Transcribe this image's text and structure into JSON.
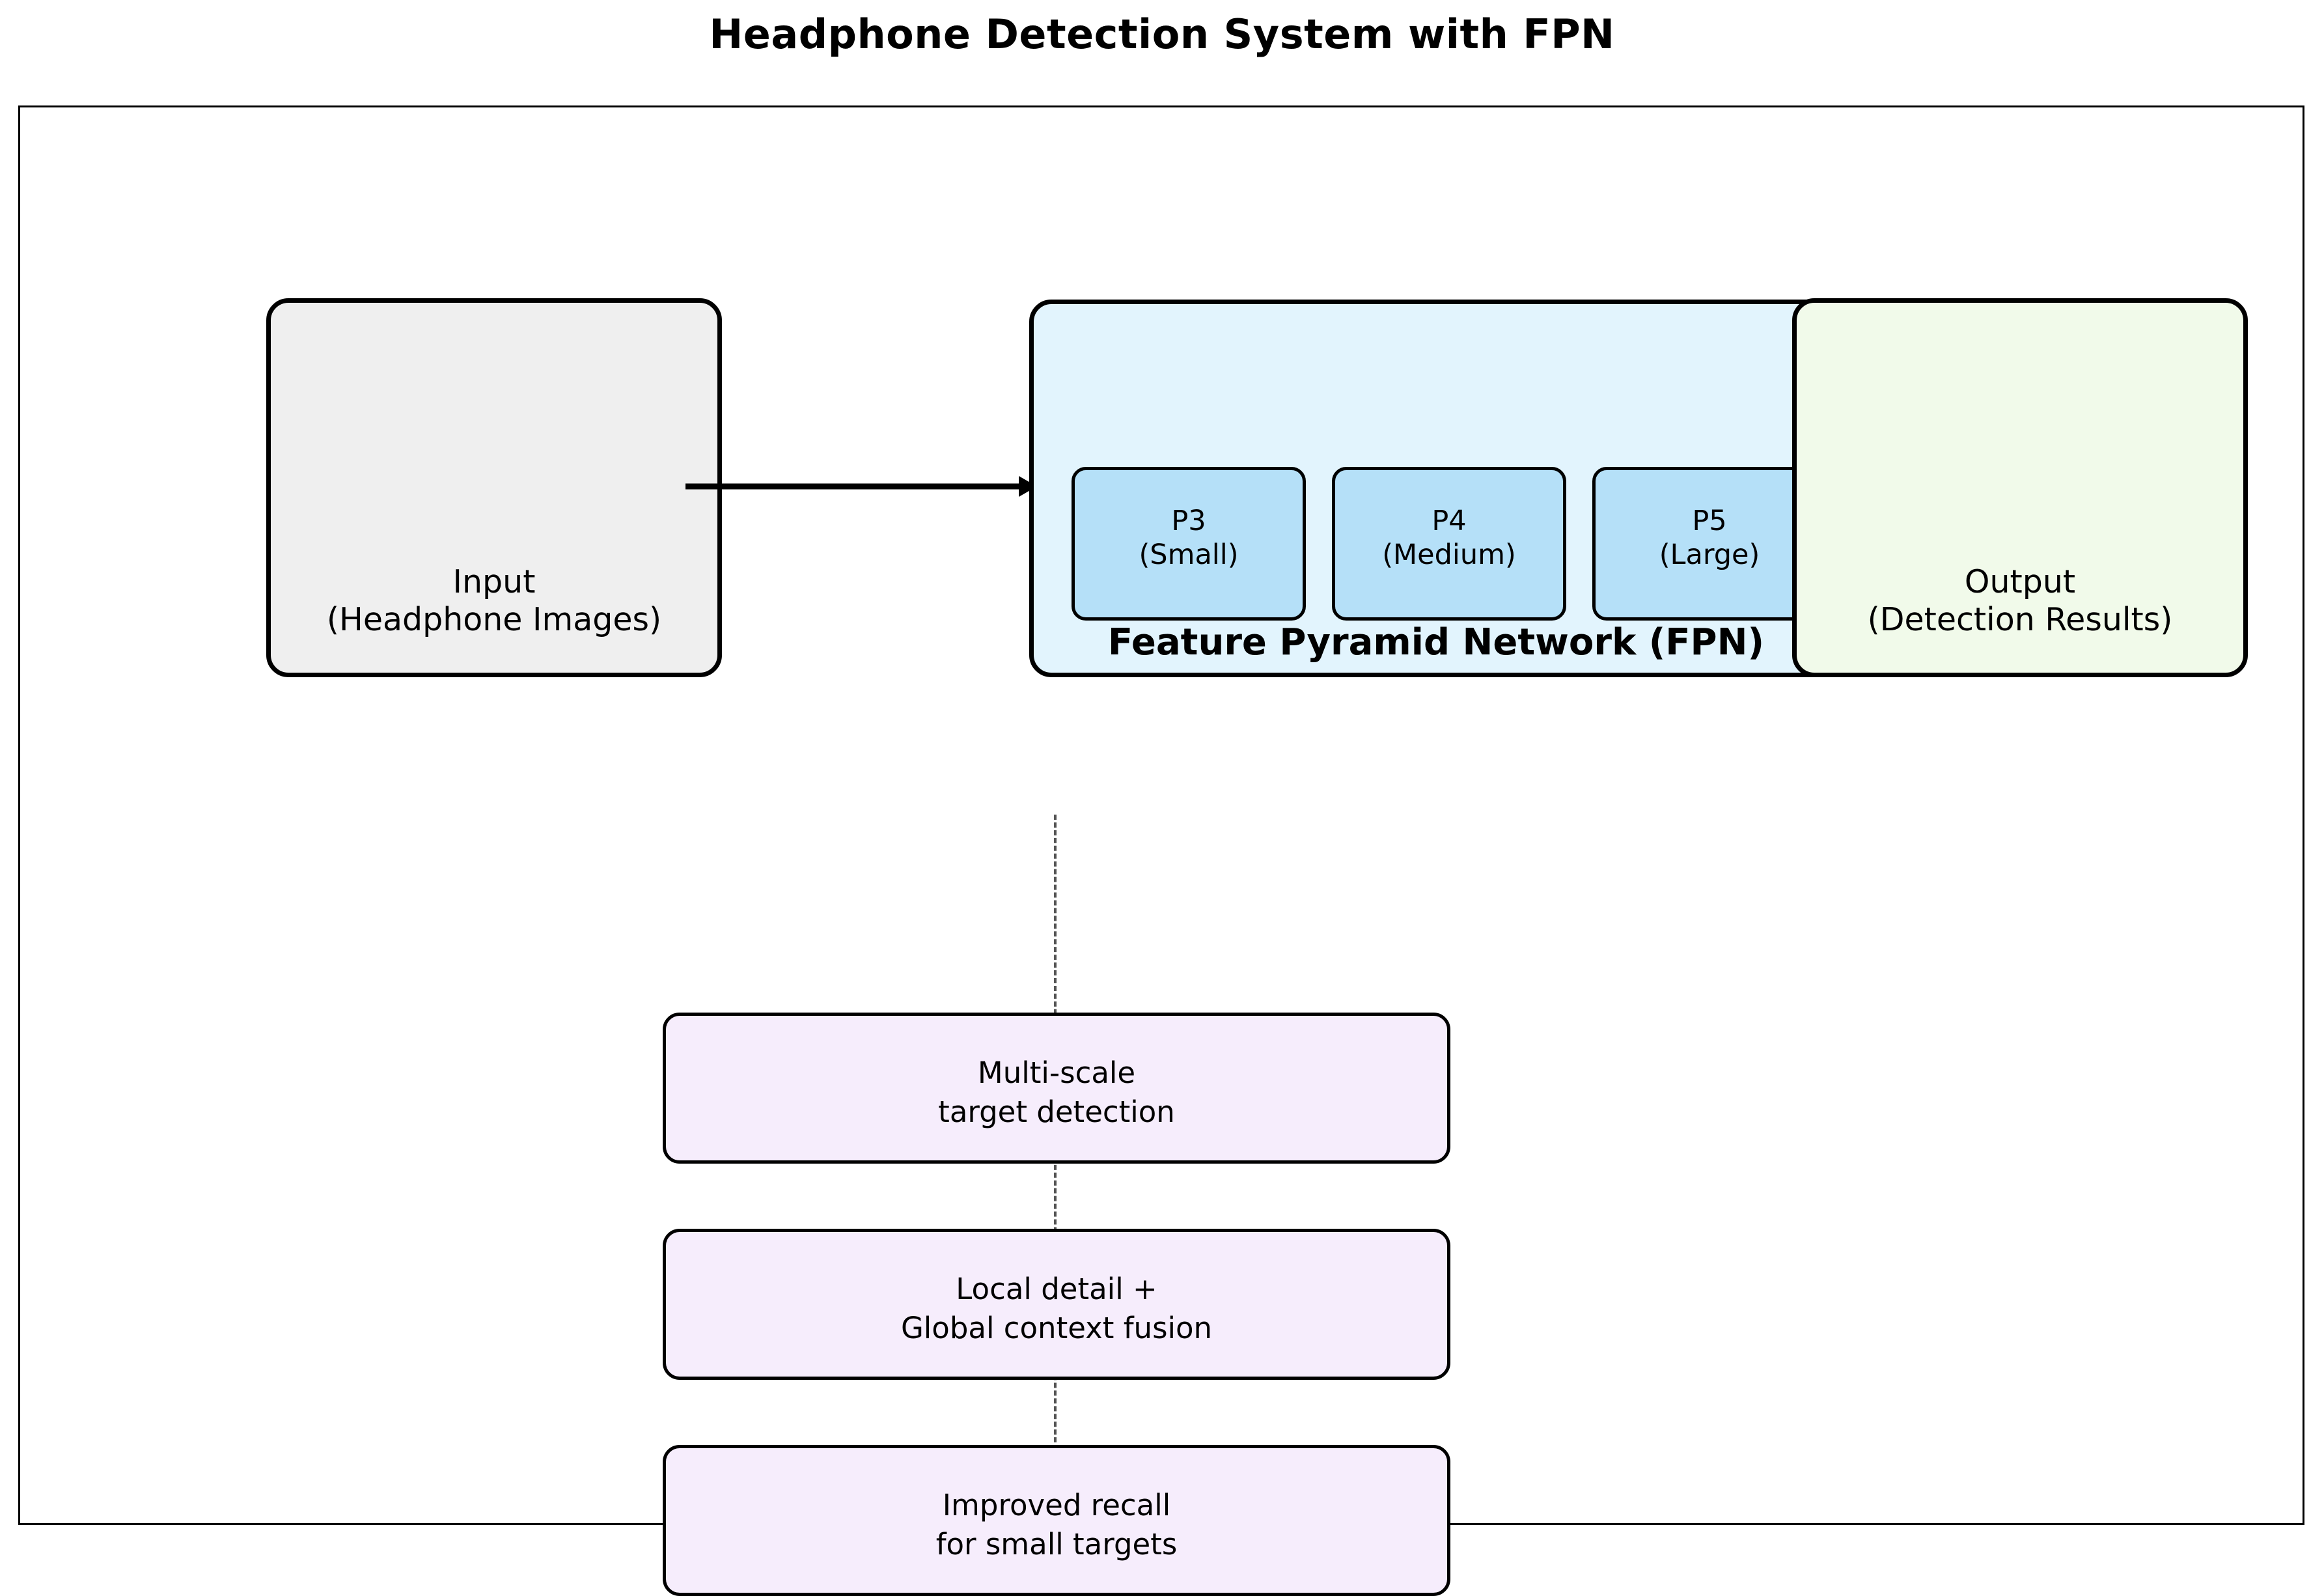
{
  "title": "Headphone Detection System with FPN",
  "nodes": {
    "input": {
      "label": "Input\n(Headphone Images)",
      "fill": "#efefef"
    },
    "fpn": {
      "title": "Feature Pyramid Network (FPN)",
      "fill": "#e2f4fd",
      "levels": [
        {
          "name": "P3",
          "label": "P3\n(Small)",
          "fill": "#b5e0f8"
        },
        {
          "name": "P4",
          "label": "P4\n(Medium)",
          "fill": "#b5e0f8"
        },
        {
          "name": "P5",
          "label": "P5\n(Large)",
          "fill": "#b5e0f8"
        }
      ]
    },
    "output": {
      "label": "Output\n(Detection Results)",
      "fill": "#f1faea"
    }
  },
  "benefits": [
    {
      "label": "Multi-scale\ntarget detection",
      "fill": "#f6edfc"
    },
    {
      "label": "Local detail +\nGlobal context fusion",
      "fill": "#f6edfc"
    },
    {
      "label": "Improved recall\nfor small targets",
      "fill": "#f6edfc"
    }
  ],
  "connectors": {
    "input_to_fpn": {
      "style": "solid-arrow",
      "color": "#000000"
    },
    "fpn_to_benefits": {
      "style": "dashed",
      "color": "#555555"
    }
  }
}
